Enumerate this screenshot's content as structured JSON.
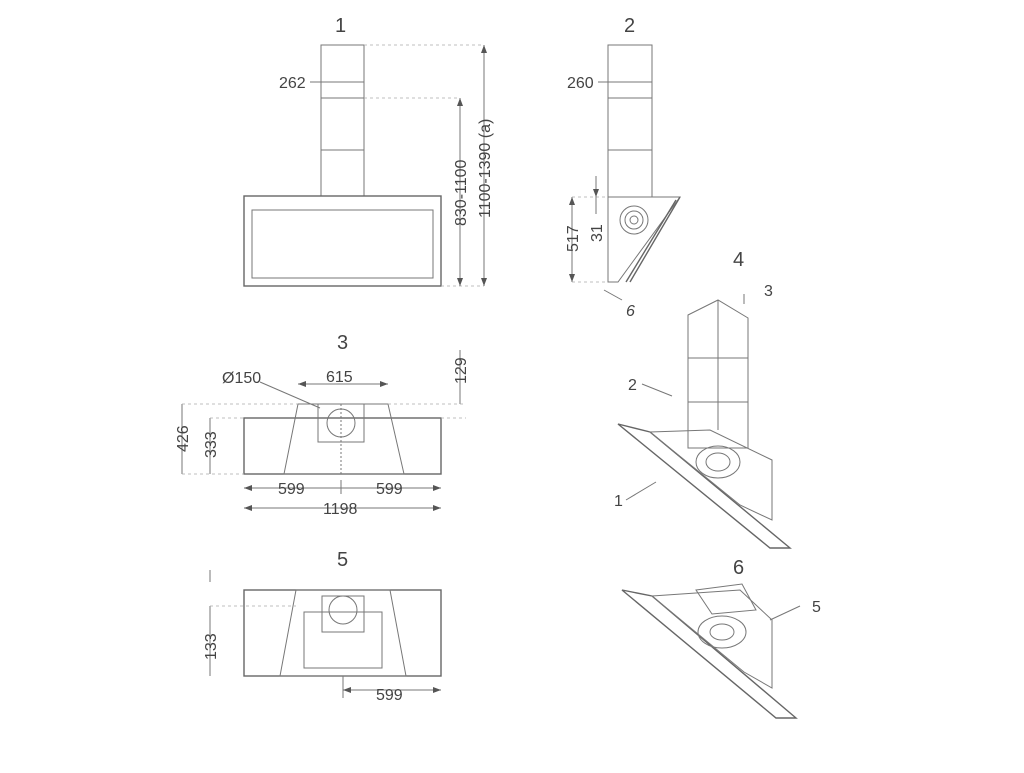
{
  "views": {
    "v1": {
      "label": "1",
      "dims": {
        "width": "262",
        "h1": "830-1100",
        "h2": "1100-1390 (a)"
      }
    },
    "v2": {
      "label": "2",
      "dims": {
        "width": "260",
        "d1": "517",
        "d2": "31",
        "d3": "6"
      }
    },
    "v3": {
      "label": "3",
      "dims": {
        "dia": "Ø150",
        "w615": "615",
        "h129": "129",
        "h426": "426",
        "h333": "333",
        "w599a": "599",
        "w599b": "599",
        "w1198": "1198"
      }
    },
    "v4": {
      "label": "4",
      "callouts": {
        "c1": "1",
        "c2": "2",
        "c3": "3"
      }
    },
    "v5": {
      "label": "5",
      "dims": {
        "h133": "133",
        "w599": "599"
      }
    },
    "v6": {
      "label": "6",
      "callouts": {
        "c5": "5"
      }
    }
  }
}
